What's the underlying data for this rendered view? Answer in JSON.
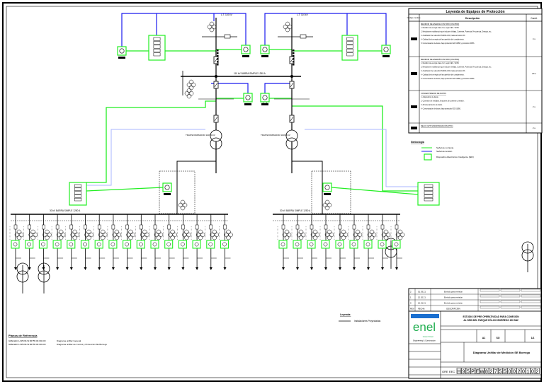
{
  "colors": {
    "current_signal": "#22ee22",
    "voltage_signal": "#1a1aee",
    "ink": "#000000",
    "brand": "#1fae4f"
  },
  "diagram": {
    "hv_busbar_label": "110 kV BARRA SIMPLE 1250 A",
    "mv_busbar_left_label": "30 kV BARRA SIMPLE 1250 A",
    "mv_busbar_right_label": "30 kV BARRA SIMPLE 1250 A",
    "transformer_left_label": "TRANSFORMADOR 110/30 kV",
    "transformer_right_label": "TRANSFORMADOR 110/30 kV",
    "line_left_label": "L.T. 110 kV",
    "line_right_label": "L.T. 110 kV"
  },
  "equipment_legend": {
    "title": "Leyenda de Equipos de Protección",
    "headers": [
      "Código modelo",
      "Descripción",
      "Cantd."
    ],
    "rows": [
      {
        "title": "MEDIDOR DE ENERGÍA ION 8650 (ION 8650)",
        "items": [
          "1. Medidor de energía clase 0.2, según IEC / ANSI.",
          "2. Mediciones multifunción que incluyen Voltaje, Corriente, Potencia, Frecuencia, Energía, etc.",
          "3. Analizador de redes IEC 61000-4-30, hasta armónico 63.",
          "4. Calidad de la energía de la superficie del cumplimiento.",
          "5. Comunicación de datos, bajo protocolo IEC 61850 y protocolo DNP3."
        ],
        "qty": "4 u"
      },
      {
        "title": "MEDIDOR DE ENERGÍA ION 8650 (ION 8650)",
        "items": [
          "1. Medidor de energía clase 0.2, según IEC / ANSI.",
          "2. Mediciones multifunción que incluyen Voltaje, Corriente, Potencia, Frecuencia, Energía, etc.",
          "3. Analizador de redes IEC 61000-4-30, hasta armónico 63.",
          "4. Calidad de la energía de la superficie del cumplimiento.",
          "5. Comunicación de datos, bajo protocolo IEC 61850 y protocolo DNP3."
        ],
        "qty": "20 u"
      },
      {
        "title": "CONCENTRADOR DE DATOS",
        "items": [
          "1. Adquisición de datos.",
          "2. Conexión de medidas, funciones de corriente y tensión.",
          "3. Almacenamiento de datos.",
          "4. Comunicación de datos, bajo protocolo IEC 61850."
        ],
        "qty": "2 u"
      },
      {
        "title": "RELOJ GPS SINCRONIZACIÓN (PPC)",
        "items": [],
        "qty": "2 u"
      }
    ]
  },
  "symbology": {
    "title": "Simbología",
    "items": [
      {
        "label": "Señal de corriente",
        "color": "#22ee22"
      },
      {
        "label": "Señal de tensión",
        "color": "#1a1aee"
      },
      {
        "label": "Dispositivo Electrónico Inteligente (IED)",
        "color": "#22ee22"
      }
    ]
  },
  "line_legend": {
    "title": "Leyenda:",
    "items": [
      "Instalaciones Proyectadas"
    ]
  },
  "references": {
    "title": "Planos de Referencia",
    "items": [
      {
        "code": "GRE.EEC.H.95.PE.W.82755.00.002.00",
        "desc": "Diagrama unifilar General"
      },
      {
        "code": "GRE.EEC.H.95.PE.W.82755.00.003.00",
        "desc": "Diagrama unifilar de Control y Protección SE Borrego"
      }
    ]
  },
  "title_block": {
    "revisions": [
      {
        "rev": "2",
        "date": "01.03.21",
        "desc": "Emitido para revisión"
      },
      {
        "rev": "1",
        "date": "12.02.21",
        "desc": "Emitido para revisión"
      },
      {
        "rev": "0",
        "date": "12.01.21",
        "desc": "Emitido para revisión"
      }
    ],
    "rev_headers": [
      "REV.",
      "FECHA",
      "DESCRIPCIÓN"
    ],
    "project_line1": "ESTUDIO DE PRE OPERATIVIDAD PARA CONEXIÓN",
    "project_line2": "AL SEIN DEL PARQUE EÓLICO BORREGO 200 MW",
    "brand_name": "enel",
    "brand_sub": "Green Power",
    "brand_caption": "Engineering & Construction",
    "sheet_format": "A1",
    "scale": "SO",
    "sheet": "1/1",
    "drawing_title": "Diagrama Unifilar de Medición SE Borrego",
    "code_prefix": [
      "GRE",
      "EEC"
    ],
    "code_chars": [
      "H",
      "9",
      "5",
      "P",
      "E",
      "W",
      "8",
      "2",
      "7",
      "5",
      "5",
      "0",
      "0",
      "2",
      "0",
      "1",
      "0",
      "2"
    ]
  }
}
